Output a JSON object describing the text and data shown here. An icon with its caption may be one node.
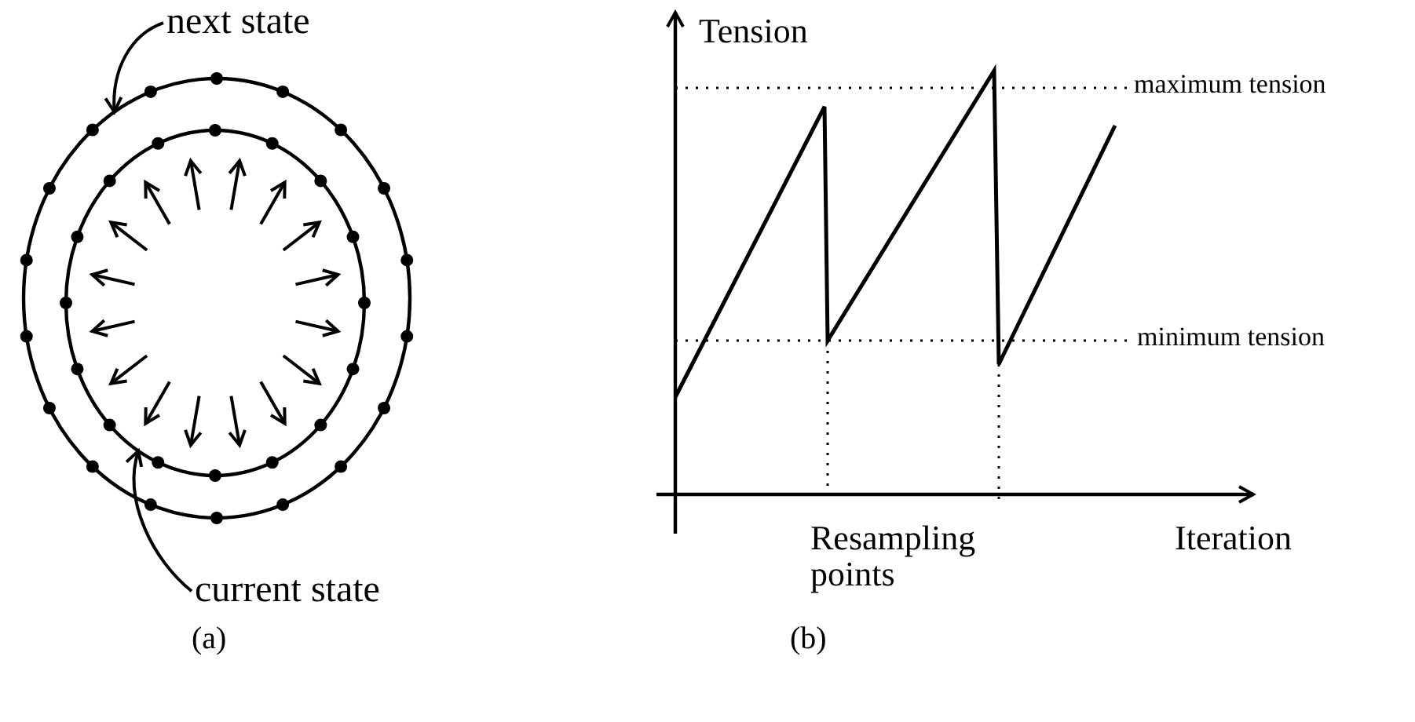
{
  "diagram": {
    "nodes": [
      {
        "text": [
          "next state"
        ]
      },
      {
        "text": [],
        "shape": "circle"
      },
      {
        "text": [
          "current state"
        ]
      },
      {
        "text": [],
        "shape": "circle",
        "in": 1
      }
    ],
    "edges": [
      {
        "from": 0,
        "to": 1,
        "arrow": "to"
      },
      {
        "from": 2,
        "to": 3,
        "arrow": "to"
      }
    ],
    "labels": [
      "Tension",
      "maximum tension",
      "minimum tension",
      "Resampling points",
      "Iteration",
      "(a)",
      "(b)"
    ]
  }
}
